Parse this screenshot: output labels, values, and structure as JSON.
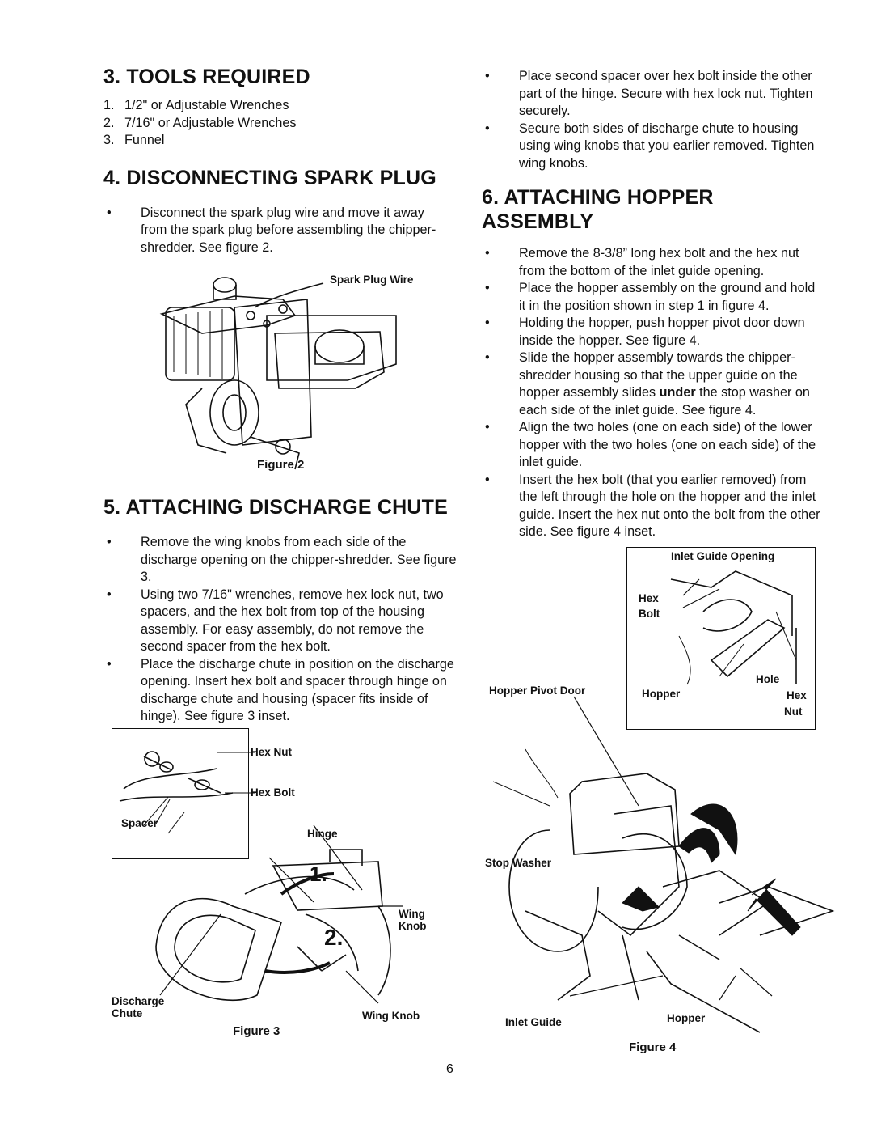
{
  "sections": {
    "tools": {
      "heading": "3. TOOLS REQUIRED",
      "items": [
        {
          "num": "1.",
          "text": "1/2\" or Adjustable Wrenches"
        },
        {
          "num": "2.",
          "text": "7/16\" or Adjustable Wrenches"
        },
        {
          "num": "3.",
          "text": "Funnel"
        }
      ]
    },
    "spark": {
      "heading": "4. DISCONNECTING SPARK PLUG",
      "bullets": [
        "Disconnect the spark plug wire and move it away from the spark plug before assembling the chipper-shredder. See figure 2."
      ],
      "figure_callout": "Spark Plug Wire",
      "figure_caption": "Figure 2"
    },
    "discharge": {
      "heading": "5. ATTACHING DISCHARGE CHUTE",
      "bullets": [
        "Remove the wing knobs from each side of the discharge opening on the chipper-shredder. See figure 3.",
        "Using two 7/16\" wrenches, remove hex lock nut, two spacers, and the hex bolt from top of the housing assembly. For easy assembly, do not remove the second spacer from the hex bolt.",
        "Place the discharge chute in position on the discharge opening. Insert hex bolt and spacer through hinge on discharge chute and housing (spacer fits inside of hinge). See figure 3 inset."
      ],
      "figure": {
        "hex_nut": "Hex Nut",
        "hex_bolt": "Hex Bolt",
        "spacer": "Spacer",
        "hinge": "Hinge",
        "step1": "1.",
        "step2": "2.",
        "wing_knob_right": "Wing Knob",
        "discharge_chute": "Discharge Chute",
        "wing_knob_bottom": "Wing Knob",
        "caption": "Figure 3"
      }
    },
    "right_continued": {
      "bullets": [
        "Place second spacer over hex bolt inside the other part of the hinge. Secure with hex lock nut. Tighten securely.",
        "Secure both sides of discharge chute to housing using wing knobs that you earlier removed. Tighten wing knobs."
      ]
    },
    "hopper": {
      "heading": "6. ATTACHING HOPPER ASSEMBLY",
      "bullets": [
        "Remove the 8-3/8” long hex bolt and the hex nut from the bottom of the inlet guide opening.",
        "Place the hopper assembly on the ground and hold it in the position shown in step 1 in figure 4.",
        "Holding the hopper, push hopper pivot door down inside the hopper. See figure 4.",
        "Slide the hopper assembly towards the chipper-shredder housing so that the upper guide on the hopper assembly slides |under| the stop washer on each side of the inlet guide. See figure 4.",
        "Align the two holes (one on each side) of the lower hopper with the two holes (one on each side) of the inlet guide.",
        "Insert the hex bolt (that you earlier removed) from the left through the hole on the hopper and the inlet guide. Insert the hex nut onto the bolt from the other side. See figure 4 inset."
      ],
      "bold_word": "under",
      "figure": {
        "inlet_guide_opening": "Inlet Guide Opening",
        "hex_bolt_1": "Hex",
        "hex_bolt_2": "Bolt",
        "hole": "Hole",
        "hopper_inset": "Hopper",
        "hex_nut_1": "Hex",
        "hex_nut_2": "Nut",
        "hopper_pivot_door": "Hopper Pivot Door",
        "stop_washer": "Stop Washer",
        "inlet_guide": "Inlet Guide",
        "hopper": "Hopper",
        "caption": "Figure 4"
      }
    }
  },
  "bullet_char": "•",
  "page_number": "6"
}
